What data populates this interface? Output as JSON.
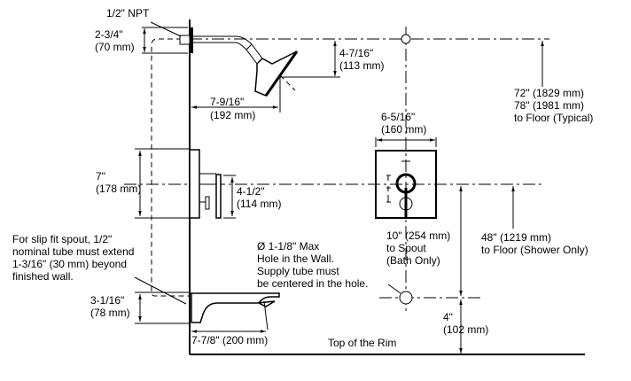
{
  "labels": {
    "npt": "1/2\" NPT",
    "arm_in": "2-3/4\"",
    "arm_mm": "(70 mm)",
    "head_drop_in": "4-7/16\"",
    "head_drop_mm": "(113 mm)",
    "head_reach_in": "7-9/16\"",
    "head_reach_mm": "(192 mm)",
    "floor_1": "72\" (1829 mm)",
    "floor_2": "78\" (1981 mm)",
    "floor_3": "to Floor (Typical)",
    "plate_in": "6-5/16\"",
    "plate_mm": "(160 mm)",
    "trim_in": "7\"",
    "trim_mm": "(178 mm)",
    "handle_in": "4-1/2\"",
    "handle_mm": "(114 mm)",
    "slip_1": "For slip fit spout, 1/2\"",
    "slip_2": "nominal tube must extend",
    "slip_3": "1-3/16\" (30 mm) beyond",
    "slip_4": "finished wall.",
    "hole_1": "Ø 1-1/8\" Max",
    "hole_2": "Hole in the Wall.",
    "hole_3": "Supply tube must",
    "hole_4": "be centered in the hole.",
    "spout_1": "10\" (254 mm)",
    "spout_2": "to Spout",
    "spout_3": "(Bath Only)",
    "shower_1": "48\" (1219 mm)",
    "shower_2": "to Floor (Shower Only)",
    "spout_h_in": "3-1/16\"",
    "spout_h_mm": "(78 mm)",
    "spout_reach": "7-7/8\" (200 mm)",
    "rim": "Top of the Rim",
    "rim_in": "4\"",
    "rim_mm": "(102 mm)"
  }
}
